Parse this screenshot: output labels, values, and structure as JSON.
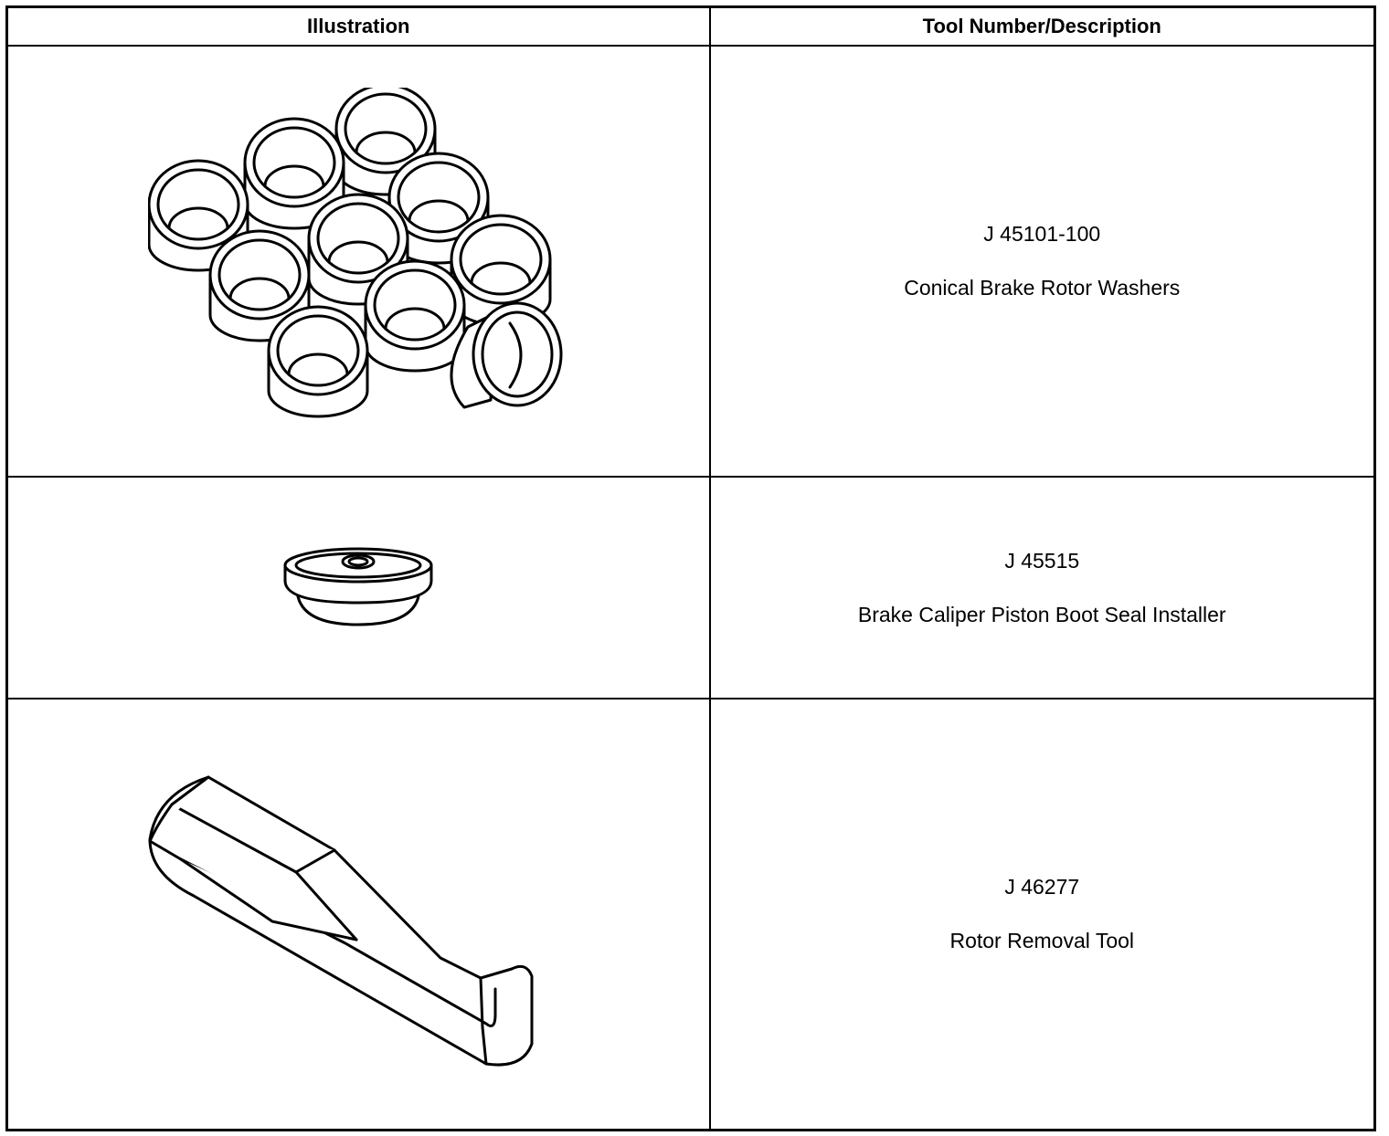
{
  "header": {
    "illustration": "Illustration",
    "tool": "Tool Number/Description"
  },
  "rows": [
    {
      "number": "J 45101-100",
      "name": "Conical Brake Rotor Washers",
      "icon": "conical-washers-icon"
    },
    {
      "number": "J 45515",
      "name": "Brake Caliper Piston Boot Seal Installer",
      "icon": "seal-installer-icon"
    },
    {
      "number": "J 46277",
      "name": "Rotor Removal Tool",
      "icon": "rotor-removal-tool-icon"
    }
  ]
}
